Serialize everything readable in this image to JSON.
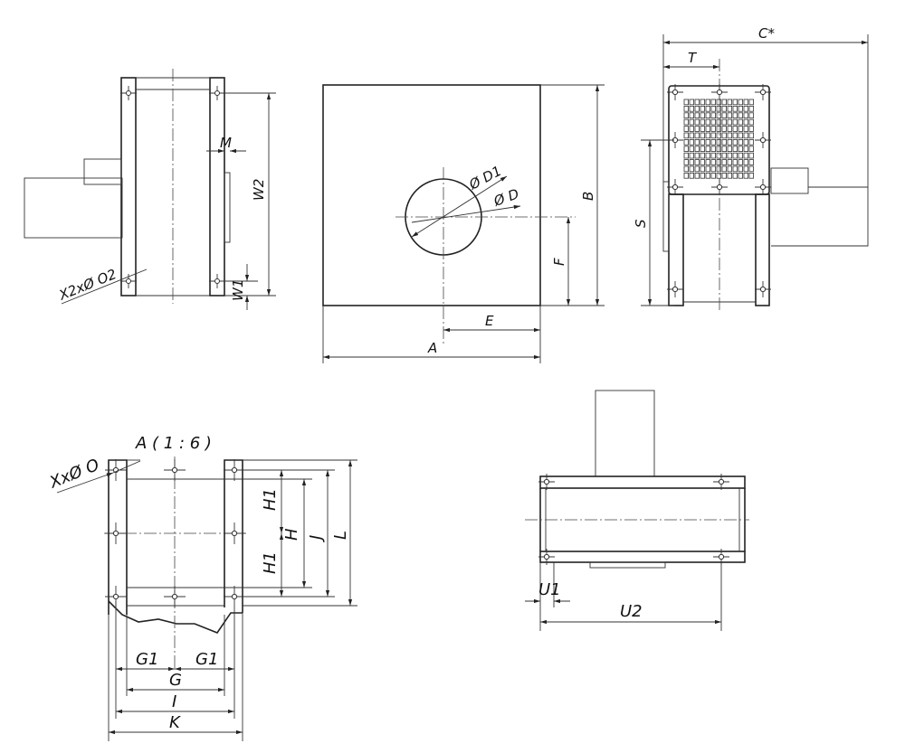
{
  "title": "Fan dimension drawing",
  "side_view": {
    "w2": "W2",
    "w1": "W1",
    "m": "M",
    "holes": "X2xØ O2"
  },
  "front_view": {
    "a": "A",
    "b": "B",
    "e": "E",
    "f": "F",
    "d1": "Ø D1",
    "d": "Ø D"
  },
  "outlet_view": {
    "c": "C*",
    "t": "T",
    "s": "S"
  },
  "detail_view": {
    "title": "A ( 1 : 6 )",
    "holes": "XxØ O",
    "h1_top": "H1",
    "h1_bottom": "H1",
    "h": "H",
    "j": "J",
    "l": "L",
    "g1_left": "G1",
    "g1_right": "G1",
    "g": "G",
    "i": "I",
    "k": "K"
  },
  "top_view": {
    "u1": "U1",
    "u2": "U2"
  }
}
